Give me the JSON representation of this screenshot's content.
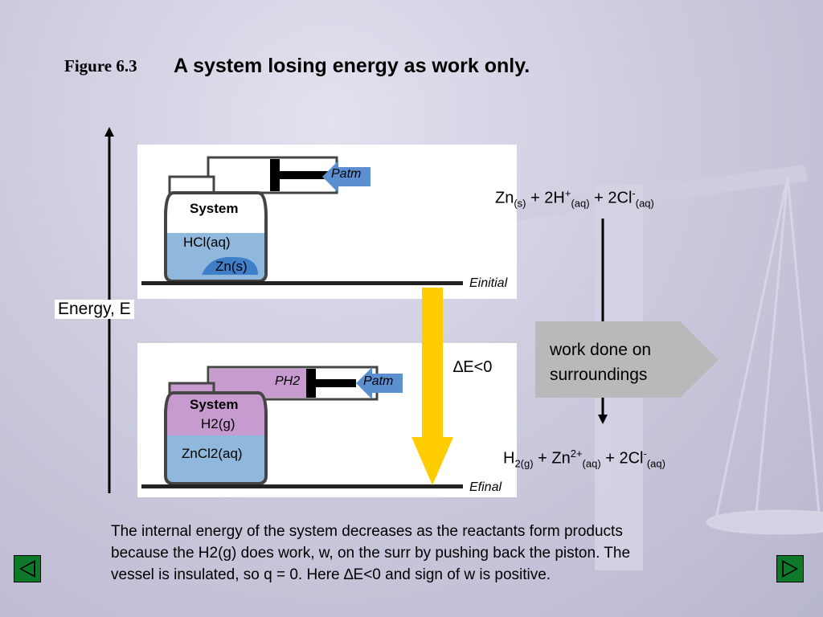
{
  "figure_label": "Figure 6.3",
  "title": "A system losing energy as work only.",
  "axis_label": "Energy, E",
  "delta_e": "∆E<0",
  "top_panel": {
    "system": "System",
    "contents_1": "HCl(aq)",
    "contents_2": "Zn(s)",
    "piston_label": "Patm",
    "level_label": "Einitial"
  },
  "bottom_panel": {
    "system": "System",
    "contents_1": "H2(g)",
    "contents_2": "ZnCl2(aq)",
    "gas_label": "PH2",
    "piston_label": "Patm",
    "level_label": "Efinal"
  },
  "reactants": "Zn(s) + 2H+(aq) + 2Cl-(aq)",
  "products": "H2(g) + Zn2+(aq) + 2Cl-(aq)",
  "work_box": {
    "line1": "work done on",
    "line2": "surroundings"
  },
  "caption": {
    "line1": "The internal energy of the system decreases as the reactants form products",
    "line2": "because the H2(g) does work, w, on the surr by pushing back the piston.  The",
    "line3": "vessel is insulated, so q = 0.  Here ∆E<0 and sign of w is positive."
  },
  "nav": {
    "prev": "previous-slide",
    "next": "next-slide"
  },
  "colors": {
    "arrow": "#ffcc00",
    "liquid": "#8fb8dc",
    "gas": "#c79ad0",
    "nav_green": "#0d7a2a",
    "work_box": "#b9b9b9"
  }
}
